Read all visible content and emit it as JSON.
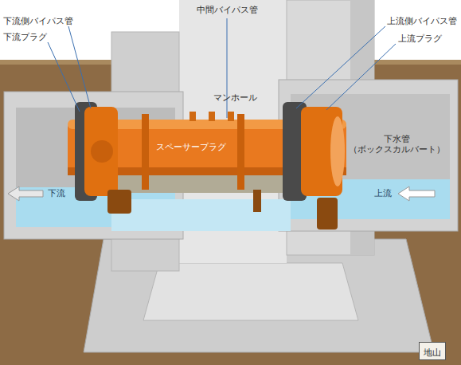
{
  "diagram": {
    "nodes": [
      {
        "text": [
          "地山"
        ]
      }
    ],
    "labels": [
      "中間バイパス管",
      "下流側バイパス管",
      "下流プラグ",
      "上流側バイパス管",
      "上流プラグ",
      "マンホール",
      "スペーサープラグ",
      "下水管 （ボックスカルバート）",
      "下流",
      "上流"
    ]
  }
}
